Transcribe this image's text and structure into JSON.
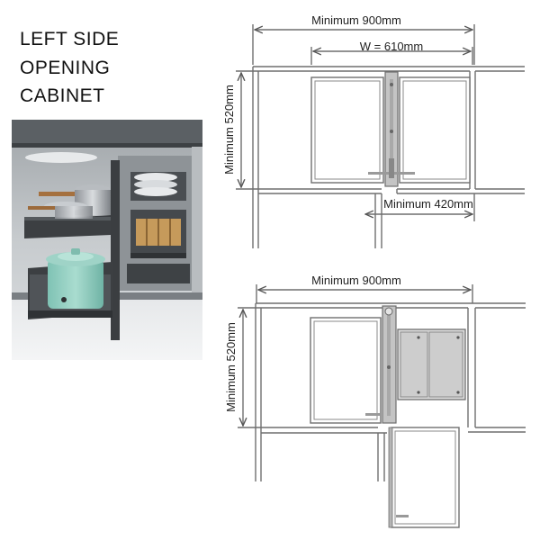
{
  "title": {
    "line1": "LEFT SIDE",
    "line2": "OPENING",
    "line3": "CABINET"
  },
  "diagram_top": {
    "min_width_label": "Minimum 900mm",
    "w_label": "W = 610mm",
    "depth_label": "Minimum 520mm",
    "min_420_label": "Minimum 420mm"
  },
  "diagram_bottom": {
    "min_width_label": "Minimum 900mm",
    "depth_label": "Minimum 520mm"
  },
  "colors": {
    "line": "#6f6f6f",
    "panel": "#c4c4c4",
    "rail": "#a9a9a9",
    "basket_fill": "#ffffff",
    "photo_bg": "#cfd3d6",
    "basket_dark": "#3c3f42"
  }
}
